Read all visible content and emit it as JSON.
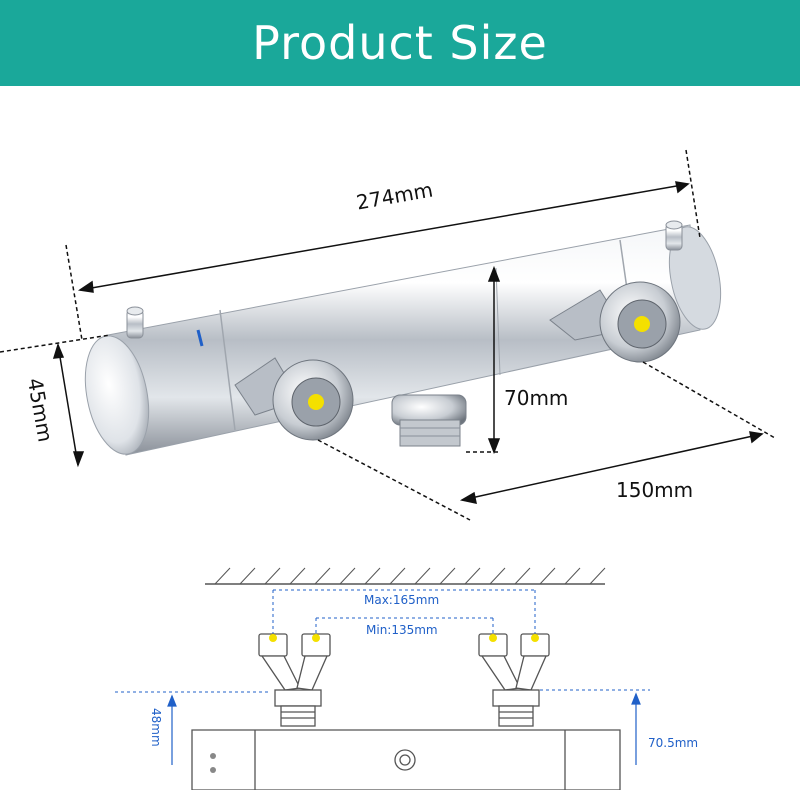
{
  "header": {
    "title": "Product Size"
  },
  "top_dimensions": {
    "length": "274mm",
    "height": "70mm",
    "body_diameter": "45mm",
    "inlet_spacing": "150mm"
  },
  "bottom_dimensions": {
    "max_spacing": "Max:165mm",
    "min_spacing": "Min:135mm",
    "inlet_height": "48mm",
    "total_height": "70.5mm"
  },
  "colors": {
    "banner": "#1aa89a",
    "dimension_blue": "#2060c8",
    "inlet_yellow": "#f4e000",
    "chrome": "#c9ced4"
  }
}
